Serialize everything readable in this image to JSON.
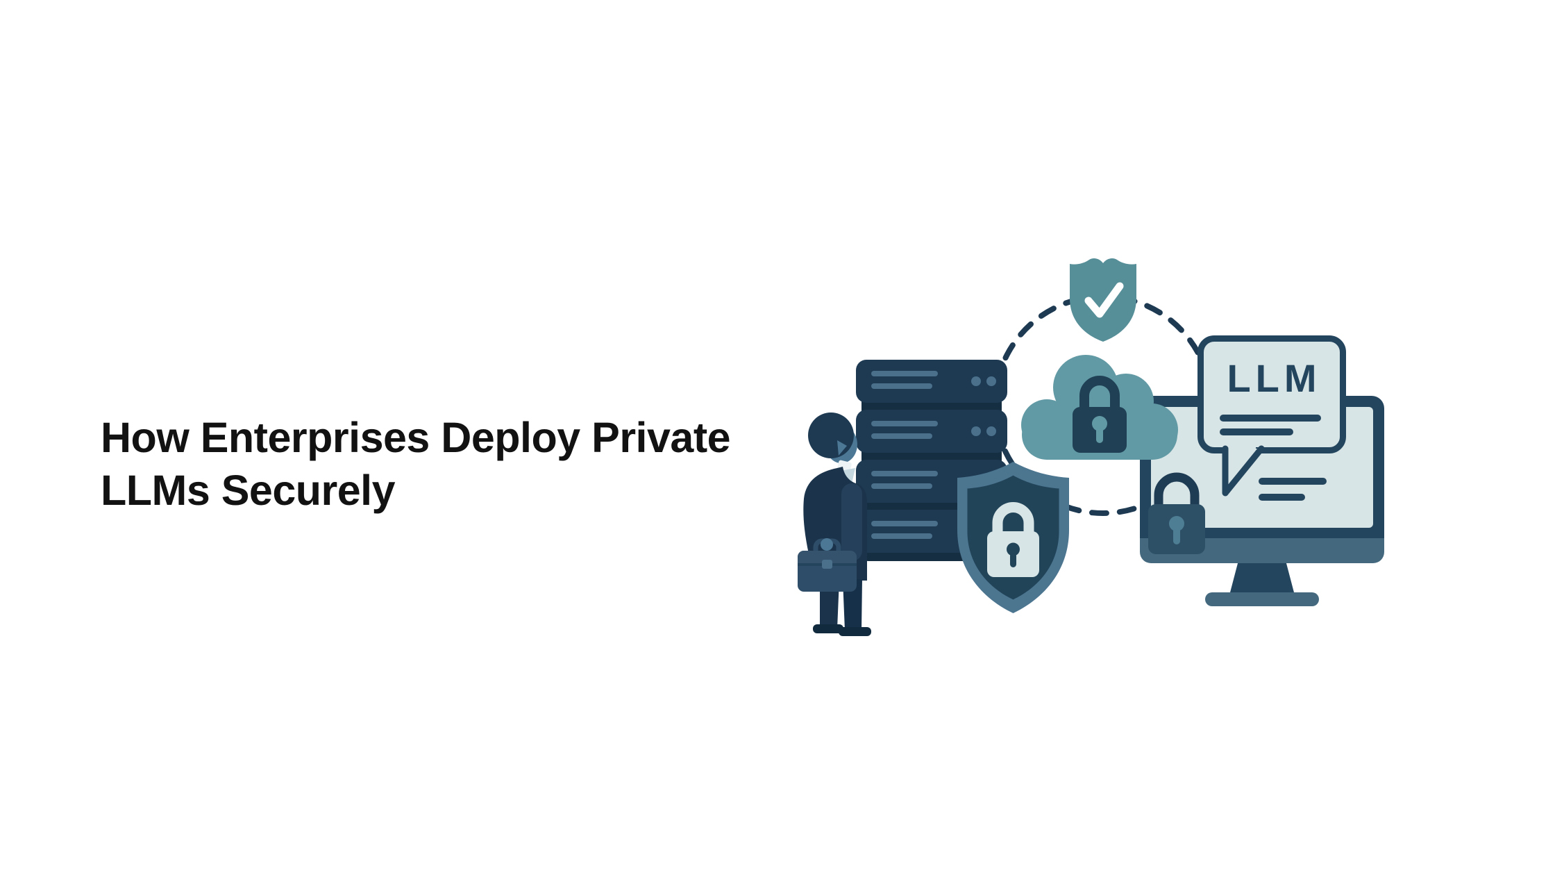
{
  "page": {
    "background": "#ffffff"
  },
  "title": {
    "line1": "How Enterprises Deploy Private",
    "line2": "LLMs Securely"
  },
  "illustration": {
    "llm_label": "LLM",
    "icons": [
      "server-stack-icon",
      "businessman-briefcase-icon",
      "security-shield-lock-icon",
      "verified-shield-check-icon",
      "secure-cloud-lock-icon",
      "llm-chat-bubble-icon",
      "monitor-lock-icon",
      "dashed-connection-circle-icon"
    ],
    "colors": {
      "ink": "#121212",
      "navy": "#1d3a52",
      "navy_dark": "#152e42",
      "navy_deep": "#24455e",
      "slate": "#4a708c",
      "chin": "#44697f",
      "teal": "#578f99",
      "cloud": "#619aa4",
      "cloud_lock": "#1f4055",
      "light": "#d8e5e6",
      "face": "#4c7896",
      "suit": "#1b344b",
      "suit_front": "#24405a",
      "case": "#2e4d68",
      "shield_outer": "#4c7590",
      "shield_inner": "#214459"
    }
  }
}
